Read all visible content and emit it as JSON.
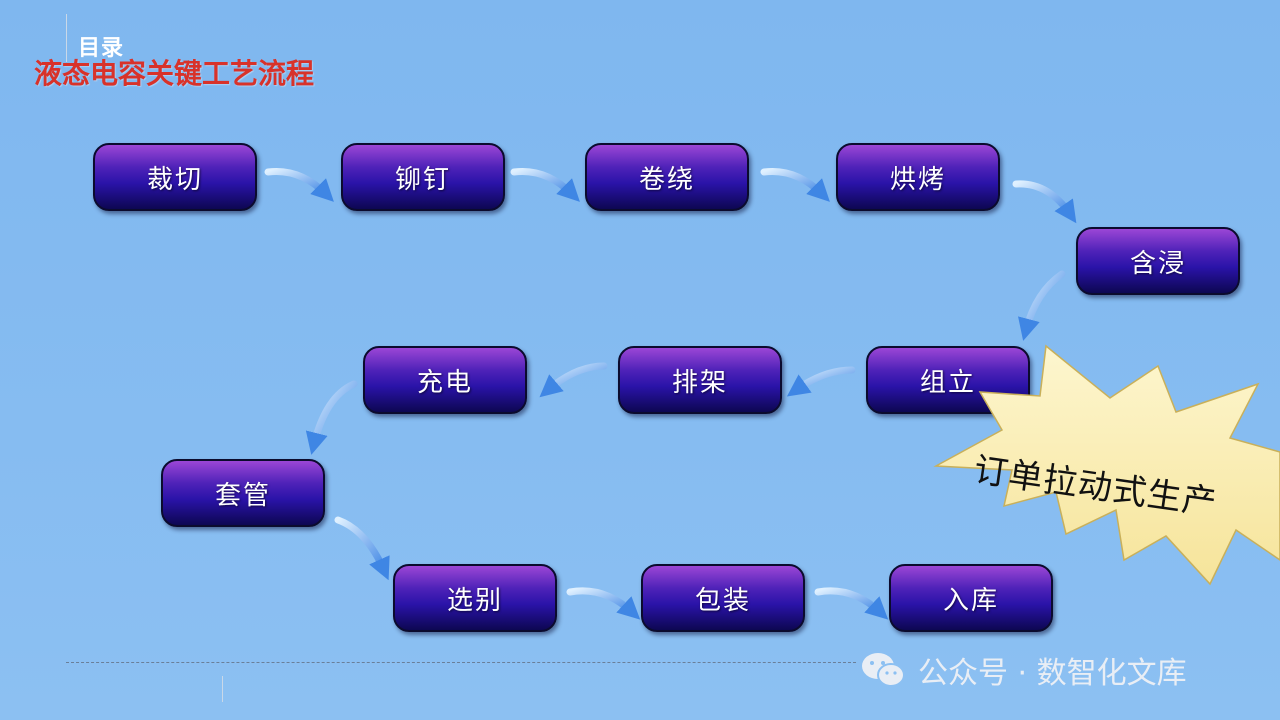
{
  "header": {
    "section_label": "目录",
    "title": "液态电容关键工艺流程"
  },
  "diagram": {
    "steps": [
      "裁切",
      "铆钉",
      "卷绕",
      "烘烤",
      "含浸",
      "组立",
      "排架",
      "充电",
      "套管",
      "选别",
      "包装",
      "入库"
    ],
    "callout": "订单拉动式生产"
  },
  "watermark": {
    "text": "公众号 · 数智化文库",
    "icon": "wechat-icon"
  },
  "colors": {
    "step_fill_top": "#9b46d6",
    "step_fill_bottom": "#0d0752",
    "arrow": "#4a8ee8",
    "title_red": "#d8322a",
    "burst_fill": "#fbf0b8"
  }
}
